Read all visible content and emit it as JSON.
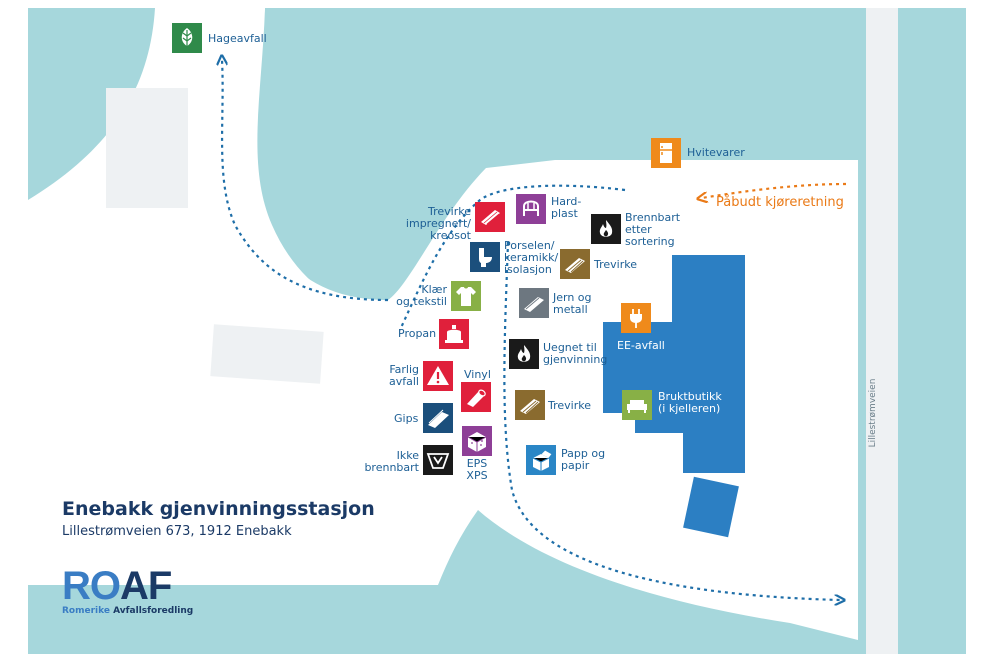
{
  "title": "Enebakk gjenvinningsstasjon",
  "address": "Lillestrømveien 673, 1912 Enebakk",
  "logo": {
    "wordmark_ro": "RO",
    "wordmark_af": "AF",
    "subtitle_1": "Romerike",
    "subtitle_2": "Avfallsforedling"
  },
  "road_name": "Lillestrømveien",
  "driving_direction": "Påbudt kjøreretning",
  "colors": {
    "water": "#a6d7dc",
    "ground": "#ffffff",
    "building": "#2c7fc3",
    "shed": "#eef1f3",
    "road": "#eef1f3",
    "path": "#1e6ea8",
    "arrow_orange": "#ea7a17",
    "label": "#1d5f95",
    "title": "#1b3a66"
  },
  "stations": {
    "hageavfall": {
      "label": "Hageavfall",
      "icon": "leaf-icon",
      "color": "#2f8a4a"
    },
    "hvitevarer": {
      "label": "Hvitevarer",
      "icon": "fridge-icon",
      "color": "#ef8a1b"
    },
    "trevirke_impregnert": {
      "label": "Trevirke\nimpregnert/\nkreosot",
      "icon": "treated-wood-icon",
      "color": "#e0203b"
    },
    "hardplast": {
      "label": "Hard-\nplast",
      "icon": "chair-icon",
      "color": "#8e3f97"
    },
    "brennbart_etter": {
      "label": "Brennbart\netter\nsortering",
      "icon": "flame-icon",
      "color": "#1a1a1a"
    },
    "porselen": {
      "label": "Porselen/\nkeramikk/\nisolasjon",
      "icon": "toilet-icon",
      "color": "#1b4f7c"
    },
    "trevirke_1": {
      "label": "Trevirke",
      "icon": "wood-planks-icon",
      "color": "#8a6b2f"
    },
    "klaer": {
      "label": "Klær\nog tekstil",
      "icon": "shirt-icon",
      "color": "#88b046"
    },
    "jern": {
      "label": "Jern og\nmetall",
      "icon": "metal-icon",
      "color": "#6d7780"
    },
    "propan": {
      "label": "Propan",
      "icon": "gas-tank-icon",
      "color": "#e0203b"
    },
    "ee_avfall": {
      "label": "EE-avfall",
      "icon": "plug-icon",
      "color": "#ef8a1b"
    },
    "uegnet": {
      "label": "Uegnet til\ngjenvinning",
      "icon": "flame-icon",
      "color": "#1a1a1a"
    },
    "farlig": {
      "label": "Farlig\navfall",
      "icon": "warning-icon",
      "color": "#e0203b"
    },
    "vinyl": {
      "label": "Vinyl",
      "icon": "vinyl-roll-icon",
      "color": "#e0203b"
    },
    "trevirke_2": {
      "label": "Trevirke",
      "icon": "wood-planks-icon",
      "color": "#8a6b2f"
    },
    "bruktbutikk": {
      "label": "Bruktbutikk\n(i kjelleren)",
      "icon": "sofa-icon",
      "color": "#88b046"
    },
    "gips": {
      "label": "Gips",
      "icon": "gypsum-board-icon",
      "color": "#1b4f7c"
    },
    "eps": {
      "label": "EPS\nXPS",
      "icon": "eps-block-icon",
      "color": "#8e3f97"
    },
    "papp": {
      "label": "Papp og\npapir",
      "icon": "cardboard-box-icon",
      "color": "#2a86c6"
    },
    "ikke_brennbart": {
      "label": "Ikke\nbrennbart",
      "icon": "bin-icon",
      "color": "#1a1a1a"
    }
  }
}
